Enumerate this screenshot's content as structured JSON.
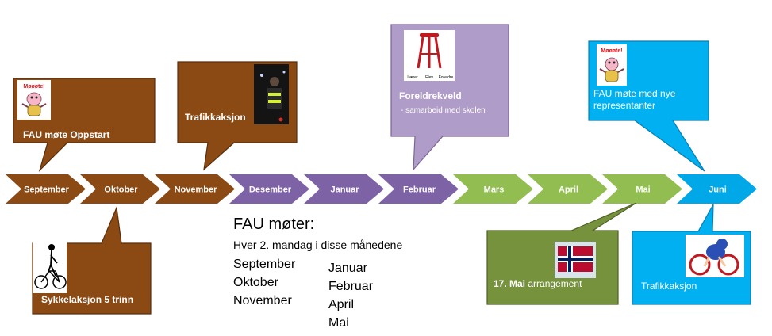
{
  "timeline": {
    "months": [
      {
        "label": "September",
        "color": "#8B4A14"
      },
      {
        "label": "Oktober",
        "color": "#8B4A14"
      },
      {
        "label": "November",
        "color": "#8B4A14"
      },
      {
        "label": "Desember",
        "color": "#7E62A6"
      },
      {
        "label": "Januar",
        "color": "#7E62A6"
      },
      {
        "label": "Februar",
        "color": "#7E62A6"
      },
      {
        "label": "Mars",
        "color": "#92BE51"
      },
      {
        "label": "April",
        "color": "#92BE51"
      },
      {
        "label": "Mai",
        "color": "#92BE51"
      },
      {
        "label": "Juni",
        "color": "#00A8E8"
      }
    ]
  },
  "callouts": {
    "oppstart": {
      "title": "FAU møte Oppstart",
      "icon": "meeting-cartoon-icon",
      "icon_text": "Møøøte!",
      "color": "#8B4A14"
    },
    "trafikk_nov": {
      "title": "Trafikkaksjon",
      "icon": "reflective-vest-photo-icon",
      "color": "#8B4A14"
    },
    "foreldrekveld": {
      "title": "Foreldrekveld",
      "subtitle": "- samarbeid med skolen",
      "icon": "three-legged-stool-icon",
      "icon_labels": [
        "Lærer",
        "Elev",
        "Foreldre"
      ],
      "color": "#B09CC8"
    },
    "fau_juni": {
      "title": "FAU møte med nye representanter",
      "icon": "meeting-cartoon-icon",
      "icon_text": "Møøøte!",
      "color": "#00B0F0"
    },
    "sykkel": {
      "title": "Sykkelaksjon 5 trinn",
      "icon": "bicycle-skeleton-icon",
      "color": "#8B4A14"
    },
    "mai17": {
      "title_bold": "17. Mai",
      "title_rest": " arrangement",
      "icon": "norwegian-flag-icon",
      "color": "#76923C"
    },
    "trafikk_juni": {
      "title": "Trafikkaksjon",
      "icon": "cyclist-cartoon-icon",
      "color": "#00B0F0"
    }
  },
  "meetings": {
    "heading": "FAU møter:",
    "subheading": "Hver 2. mandag i disse månedene",
    "column1": [
      "September",
      "Oktober",
      "November"
    ],
    "column2": [
      "Januar",
      "Februar",
      "April",
      "Mai"
    ]
  }
}
